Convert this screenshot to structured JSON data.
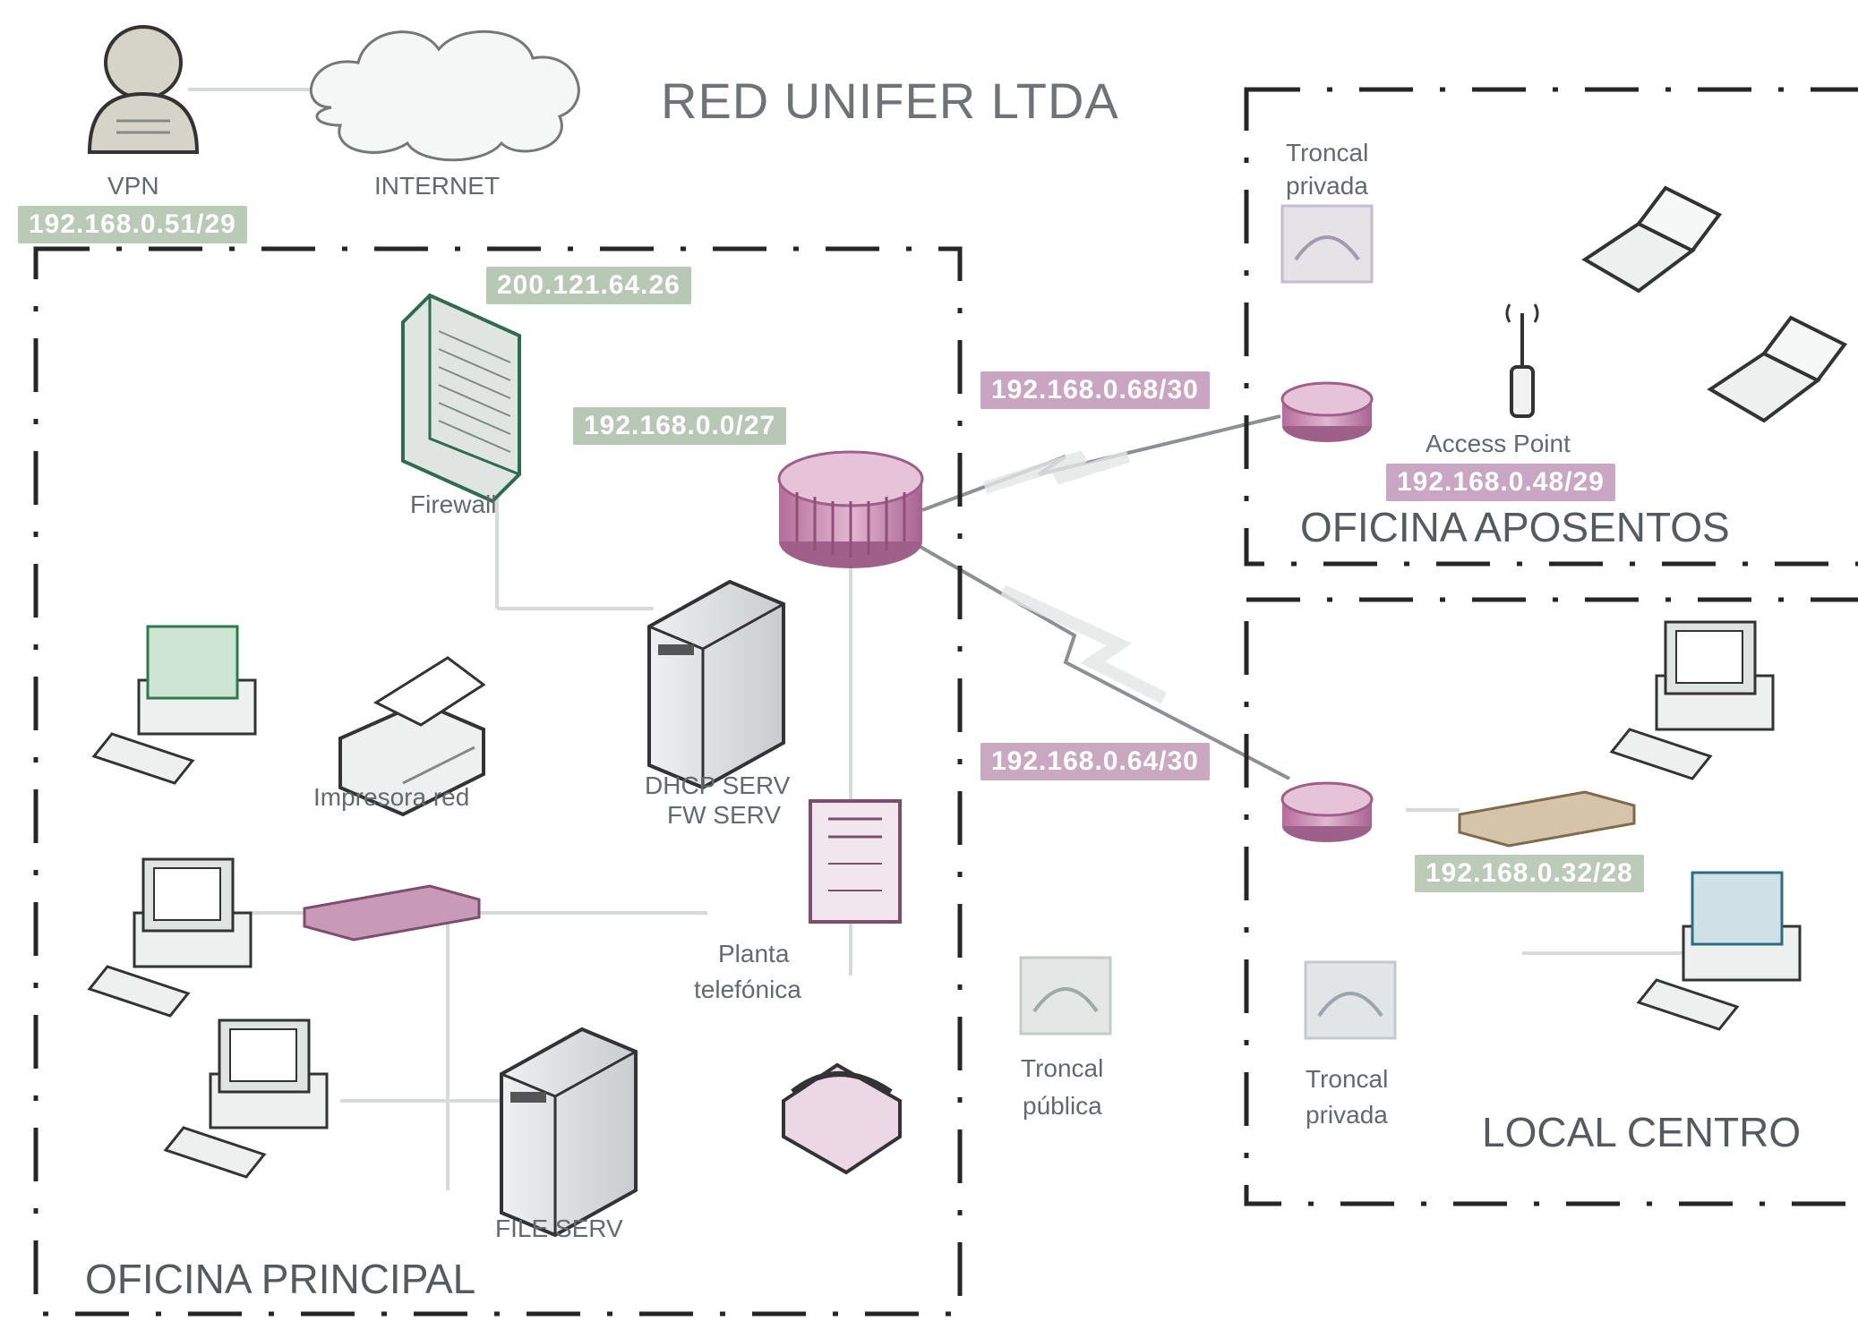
{
  "title": "RED UNIFER LTDA",
  "zones": {
    "principal": "OFICINA PRINCIPAL",
    "aposentos": "OFICINA APOSENTOS",
    "centro": "LOCAL CENTRO"
  },
  "labels": {
    "vpn": "VPN",
    "internet": "INTERNET",
    "firewall": "Firewall",
    "impresora": "Impresora red",
    "dhcp_serv": "DHCP SERV",
    "fw_serv": "FW SERV",
    "planta_1": "Planta",
    "planta_2": "telefónica",
    "file_serv": "FILE SERV",
    "troncal_publica_1": "Troncal",
    "troncal_publica_2": "pública",
    "troncal_privada_top_1": "Troncal",
    "troncal_privada_top_2": "privada",
    "troncal_privada_bottom_1": "Troncal",
    "troncal_privada_bottom_2": "privada",
    "access_point": "Access Point"
  },
  "ips": {
    "vpn": "192.168.0.51/29",
    "public": "200.121.64.26",
    "lan_principal": "192.168.0.0/27",
    "wan_aposentos": "192.168.0.68/30",
    "wan_centro": "192.168.0.64/30",
    "lan_aposentos": "192.168.0.48/29",
    "lan_centro": "192.168.0.32/28"
  },
  "colors": {
    "router": "#c98fb5",
    "router_dark": "#9c5f86",
    "ip_green": "#b7c9b4",
    "ip_pink": "#caa6c2",
    "dash": "#222222",
    "gray_line": "#d7d9d9"
  },
  "icons": {
    "vpn_user": "user-icon",
    "internet": "cloud-icon",
    "firewall": "firewall-icon",
    "router": "router-icon",
    "server": "server-icon",
    "printer": "printer-icon",
    "pc": "computer-icon",
    "switch": "switch-icon",
    "laptop": "laptop-icon",
    "phone": "telephone-icon",
    "pbx": "pbx-icon",
    "trunk": "trunk-icon",
    "antenna": "access-point-icon"
  }
}
